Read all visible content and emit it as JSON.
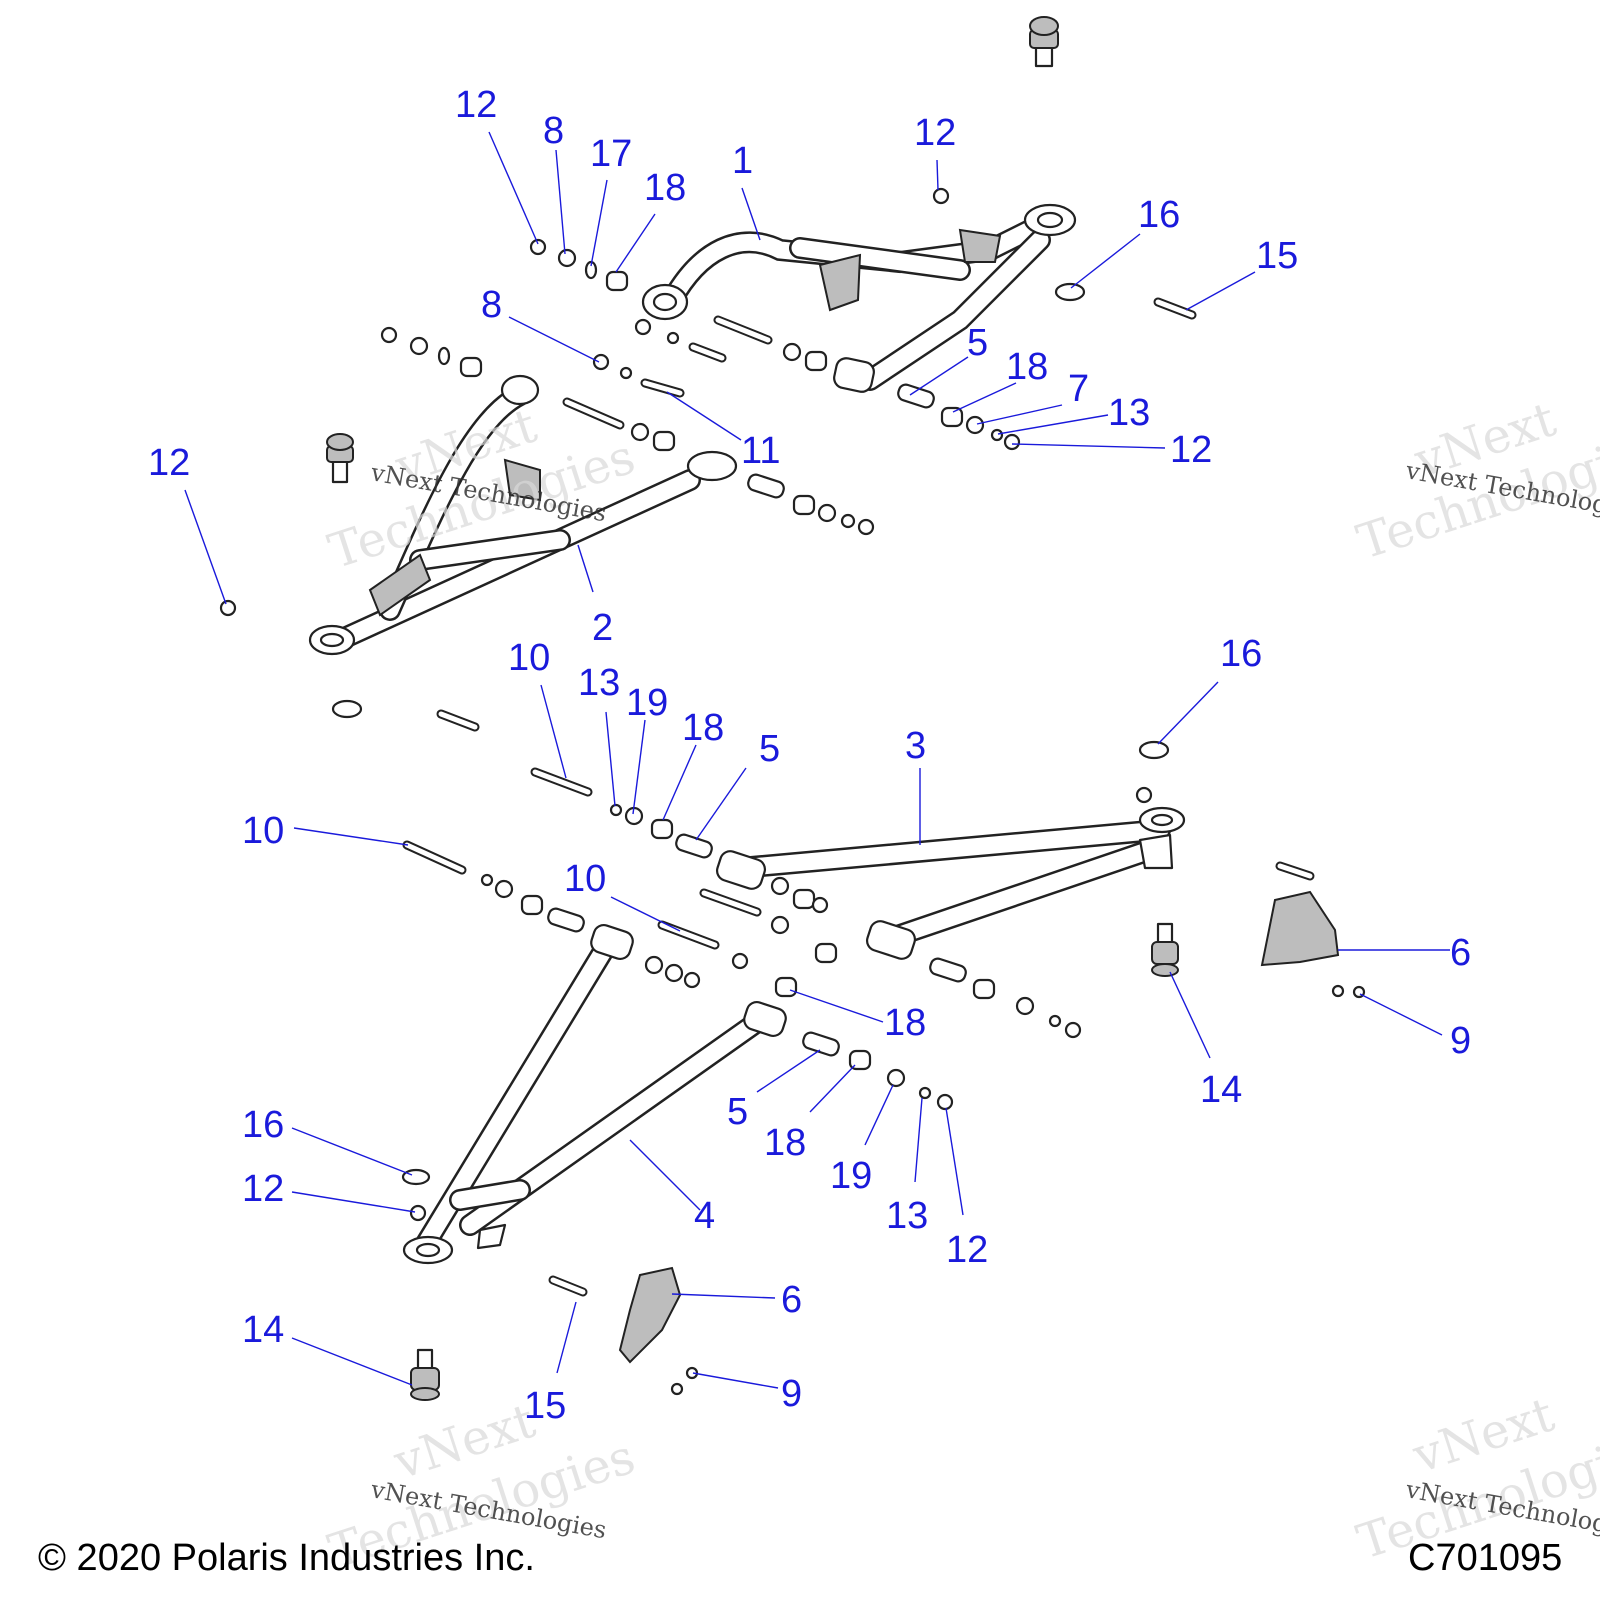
{
  "diagram": {
    "callouts": [
      {
        "label": "12"
      },
      {
        "label": "8"
      },
      {
        "label": "17"
      },
      {
        "label": "18"
      },
      {
        "label": "1"
      },
      {
        "label": "12"
      },
      {
        "label": "16"
      },
      {
        "label": "15"
      },
      {
        "label": "8"
      },
      {
        "label": "5"
      },
      {
        "label": "18"
      },
      {
        "label": "7"
      },
      {
        "label": "13"
      },
      {
        "label": "12"
      },
      {
        "label": "11"
      },
      {
        "label": "12"
      },
      {
        "label": "2"
      },
      {
        "label": "10"
      },
      {
        "label": "13"
      },
      {
        "label": "19"
      },
      {
        "label": "18"
      },
      {
        "label": "5"
      },
      {
        "label": "3"
      },
      {
        "label": "16"
      },
      {
        "label": "10"
      },
      {
        "label": "10"
      },
      {
        "label": "6"
      },
      {
        "label": "9"
      },
      {
        "label": "14"
      },
      {
        "label": "18"
      },
      {
        "label": "5"
      },
      {
        "label": "18"
      },
      {
        "label": "19"
      },
      {
        "label": "13"
      },
      {
        "label": "12"
      },
      {
        "label": "4"
      },
      {
        "label": "16"
      },
      {
        "label": "12"
      },
      {
        "label": "6"
      },
      {
        "label": "14"
      },
      {
        "label": "15"
      },
      {
        "label": "9"
      }
    ],
    "watermark": {
      "big_line1": "vNext",
      "big_line2": "Technologies",
      "small": "vNext Technologies"
    },
    "footer": {
      "copyright": "© 2020 Polaris Industries Inc.",
      "code": "C701095"
    },
    "colors": {
      "callout": "#1a1adb",
      "line_art": "#222222",
      "shaded_part": "#bdbdbd"
    }
  }
}
